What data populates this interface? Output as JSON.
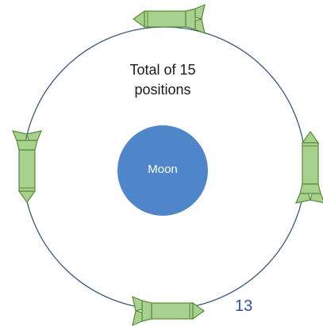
{
  "diagram": {
    "caption_line1": "Total of 15",
    "caption_line2": "positions",
    "moon_label": "Moon",
    "page_number": "13",
    "colors": {
      "orbit": "#3a5a86",
      "moon_fill": "#4f86c9",
      "spacecraft_fill": "#a9d18e",
      "spacecraft_stroke": "#5a8a3a",
      "page_number": "#2a4fb8"
    },
    "spacecraft": [
      {
        "name": "spacecraft-top",
        "orientation": "pointing-left"
      },
      {
        "name": "spacecraft-left",
        "orientation": "pointing-down"
      },
      {
        "name": "spacecraft-right",
        "orientation": "pointing-up"
      },
      {
        "name": "spacecraft-bottom",
        "orientation": "pointing-right"
      }
    ]
  }
}
